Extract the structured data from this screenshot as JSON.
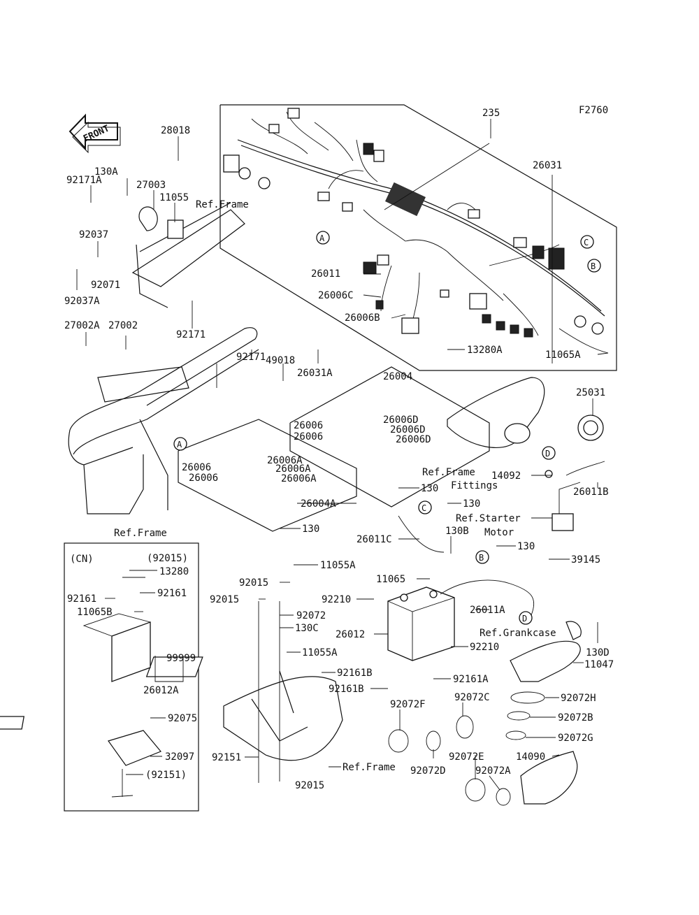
{
  "figure_code": "F2760",
  "front_label": "FRONT",
  "cn_box_label": "(CN)",
  "part_labels": [
    "235",
    "26031",
    "28018",
    "130A",
    "92171A",
    "27003",
    "11055",
    "Ref.Frame",
    "92037",
    "92071",
    "92037A",
    "92171",
    "27002A",
    "27002",
    "49018",
    "92171",
    "26031A",
    "26011",
    "26006C",
    "26006B",
    "13280A",
    "11065A",
    "25031",
    "26004",
    "26006",
    "26006D",
    "26006",
    "26006D",
    "26006",
    "26006D",
    "26006",
    "26006A",
    "26006",
    "26006A",
    "26006",
    "26006A",
    "26004A",
    "130",
    "130",
    "Ref.Frame",
    "Fittings",
    "14092",
    "26011B",
    "Ref.Starter",
    "Motor",
    "130",
    "130",
    "26011C",
    "130B",
    "39145",
    "11065",
    "11055A",
    "92015",
    "92015",
    "92210",
    "26011A",
    "92072",
    "130C",
    "26012",
    "92210",
    "Ref.Grankcase",
    "130D",
    "11047",
    "11055A",
    "92161B",
    "92161A",
    "92161B",
    "92072F",
    "92072C",
    "92072H",
    "92072B",
    "92072G",
    "92151",
    "Ref.Frame",
    "92072D",
    "92072E",
    "92072A",
    "14090",
    "92015",
    "(92015)",
    "13280",
    "92161",
    "92161",
    "11065B",
    "99999",
    "26012A",
    "92075",
    "32097",
    "(92151)",
    "Ref.Frame"
  ],
  "callout_letters": [
    "A",
    "A",
    "B",
    "B",
    "C",
    "C",
    "D",
    "D"
  ]
}
